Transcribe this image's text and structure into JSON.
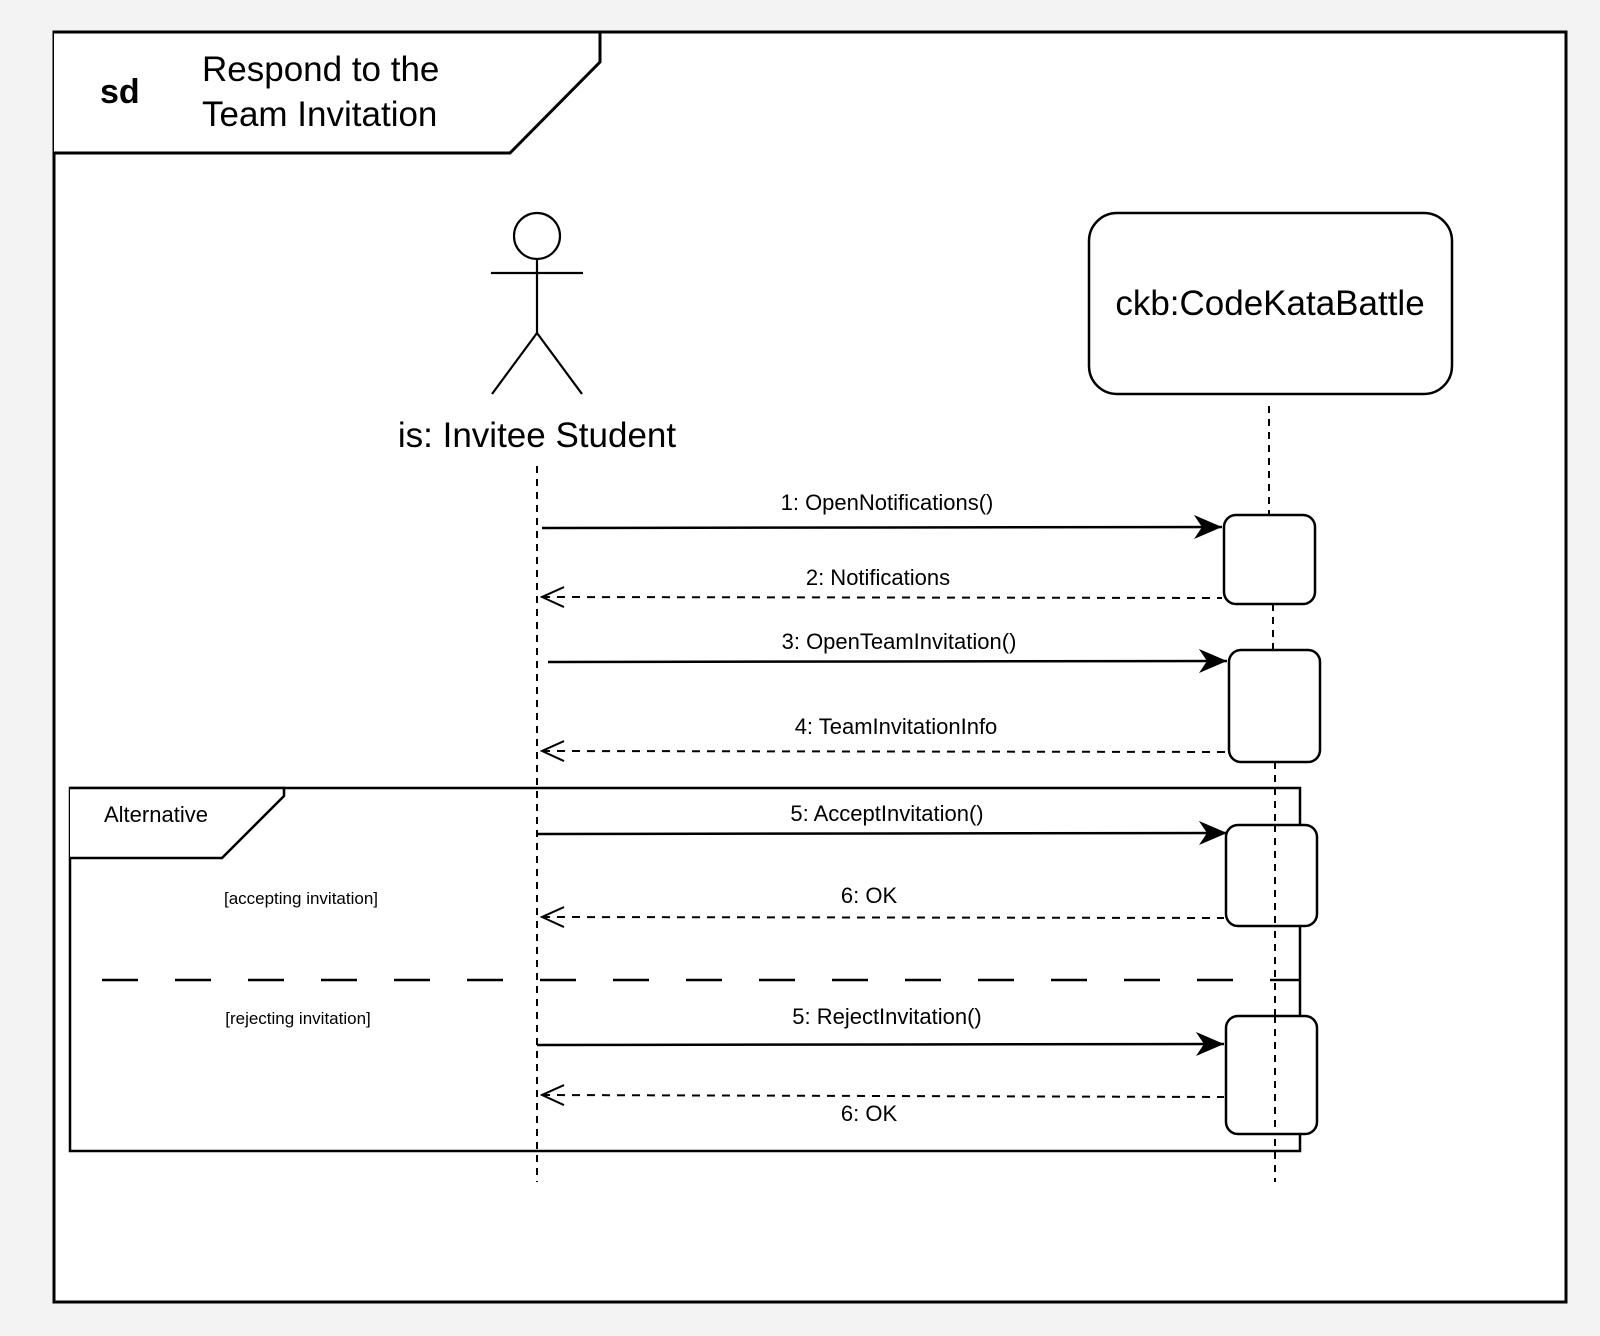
{
  "frame": {
    "keyword": "sd",
    "title_lines": [
      "Respond to the",
      "Team Invitation"
    ]
  },
  "participants": {
    "actor": {
      "label": "is: Invitee Student"
    },
    "system": {
      "label": "ckb:CodeKataBattle"
    }
  },
  "messages": [
    {
      "label": "1: OpenNotifications()",
      "type": "sync"
    },
    {
      "label": "2:  Notifications",
      "type": "reply"
    },
    {
      "label": "3: OpenTeamInvitation()",
      "type": "sync"
    },
    {
      "label": "4: TeamInvitationInfo",
      "type": "reply"
    },
    {
      "label": "5: AcceptInvitation()",
      "type": "sync"
    },
    {
      "label": "6: OK",
      "type": "reply"
    },
    {
      "label": "5: RejectInvitation()",
      "type": "sync"
    },
    {
      "label": "6: OK",
      "type": "reply"
    }
  ],
  "fragment": {
    "label": "Alternative",
    "guards": [
      "[accepting invitation]",
      "[rejecting invitation]"
    ]
  },
  "colors": {
    "background": "#f3f3f3",
    "canvas": "#ffffff",
    "stroke": "#000000"
  }
}
